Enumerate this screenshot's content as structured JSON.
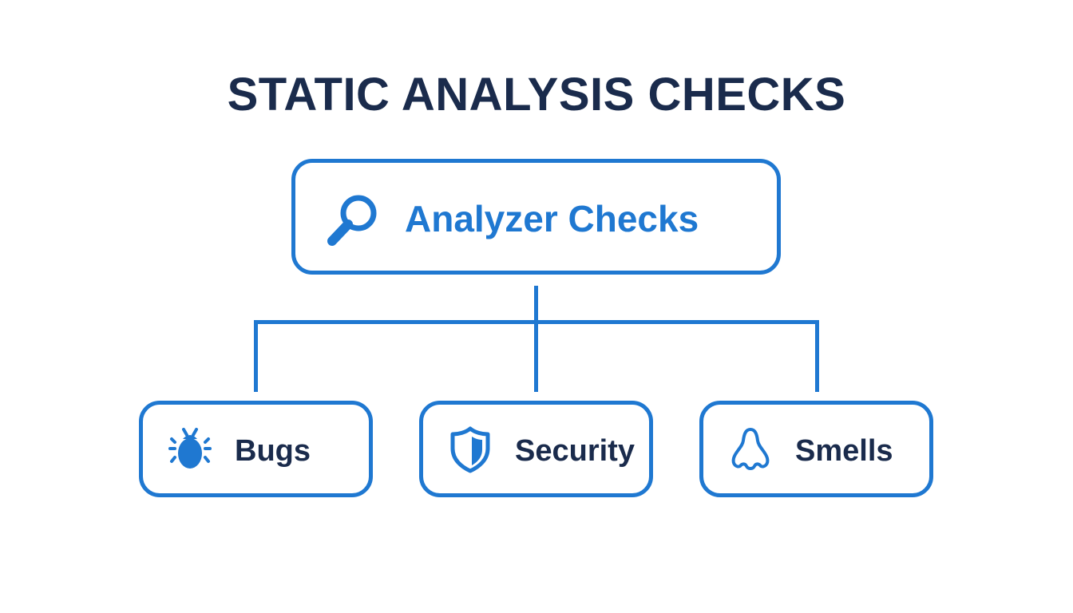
{
  "title": "STATIC ANALYSIS CHECKS",
  "colors": {
    "accent": "#1f78d1",
    "text_dark": "#1a2b4c",
    "background": "#ffffff"
  },
  "root": {
    "label": "Analyzer Checks",
    "icon": "magnifier-icon"
  },
  "children": [
    {
      "label": "Bugs",
      "icon": "bug-icon"
    },
    {
      "label": "Security",
      "icon": "shield-icon"
    },
    {
      "label": "Smells",
      "icon": "nose-icon"
    }
  ]
}
